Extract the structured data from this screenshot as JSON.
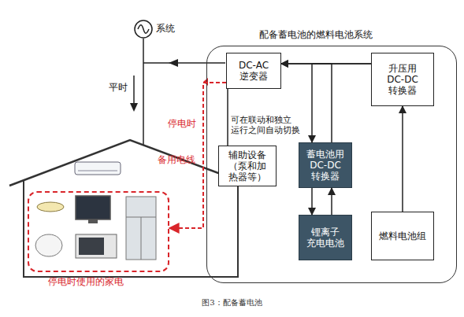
{
  "diagram": {
    "caption": "图3：配备蓄电池",
    "nodes": [
      {
        "text": [
          "系统"
        ]
      },
      {
        "text": [
          "配备蓄电池的燃料电池系统"
        ]
      },
      {
        "text": [
          "DC-AC 逆变器"
        ],
        "in": 1
      },
      {
        "text": [
          "升压用 DC-DC 转换器"
        ],
        "in": 1
      },
      {
        "text": [
          "辅助设备 （泵和加 热器等）"
        ],
        "in": 1
      },
      {
        "text": [
          "蓄电池用 DC-DC 转换器"
        ],
        "in": 1
      },
      {
        "text": [
          "锂离子 充电电池"
        ],
        "in": 1
      },
      {
        "text": [
          "燃料电池组"
        ],
        "in": 1
      },
      {
        "text": [
          "停电时使用的家电"
        ]
      }
    ],
    "edges": [
      {
        "from": 3,
        "to": 2,
        "arrow": "to"
      },
      {
        "from": 2,
        "to": 4,
        "arrow": "none"
      },
      {
        "from": 3,
        "to": 5,
        "arrow": "to"
      },
      {
        "from": 5,
        "to": 2,
        "arrow": "to"
      },
      {
        "from": 5,
        "to": 6,
        "arrow": "to"
      },
      {
        "from": 6,
        "to": 5,
        "arrow": "to"
      },
      {
        "from": 7,
        "to": 3,
        "arrow": "to"
      },
      {
        "from": 2,
        "to": 8,
        "arrow": "to"
      }
    ],
    "labels": [
      "平时",
      "停电时",
      "可在联动和独立 运行之间自动切换",
      "备用电线"
    ]
  }
}
